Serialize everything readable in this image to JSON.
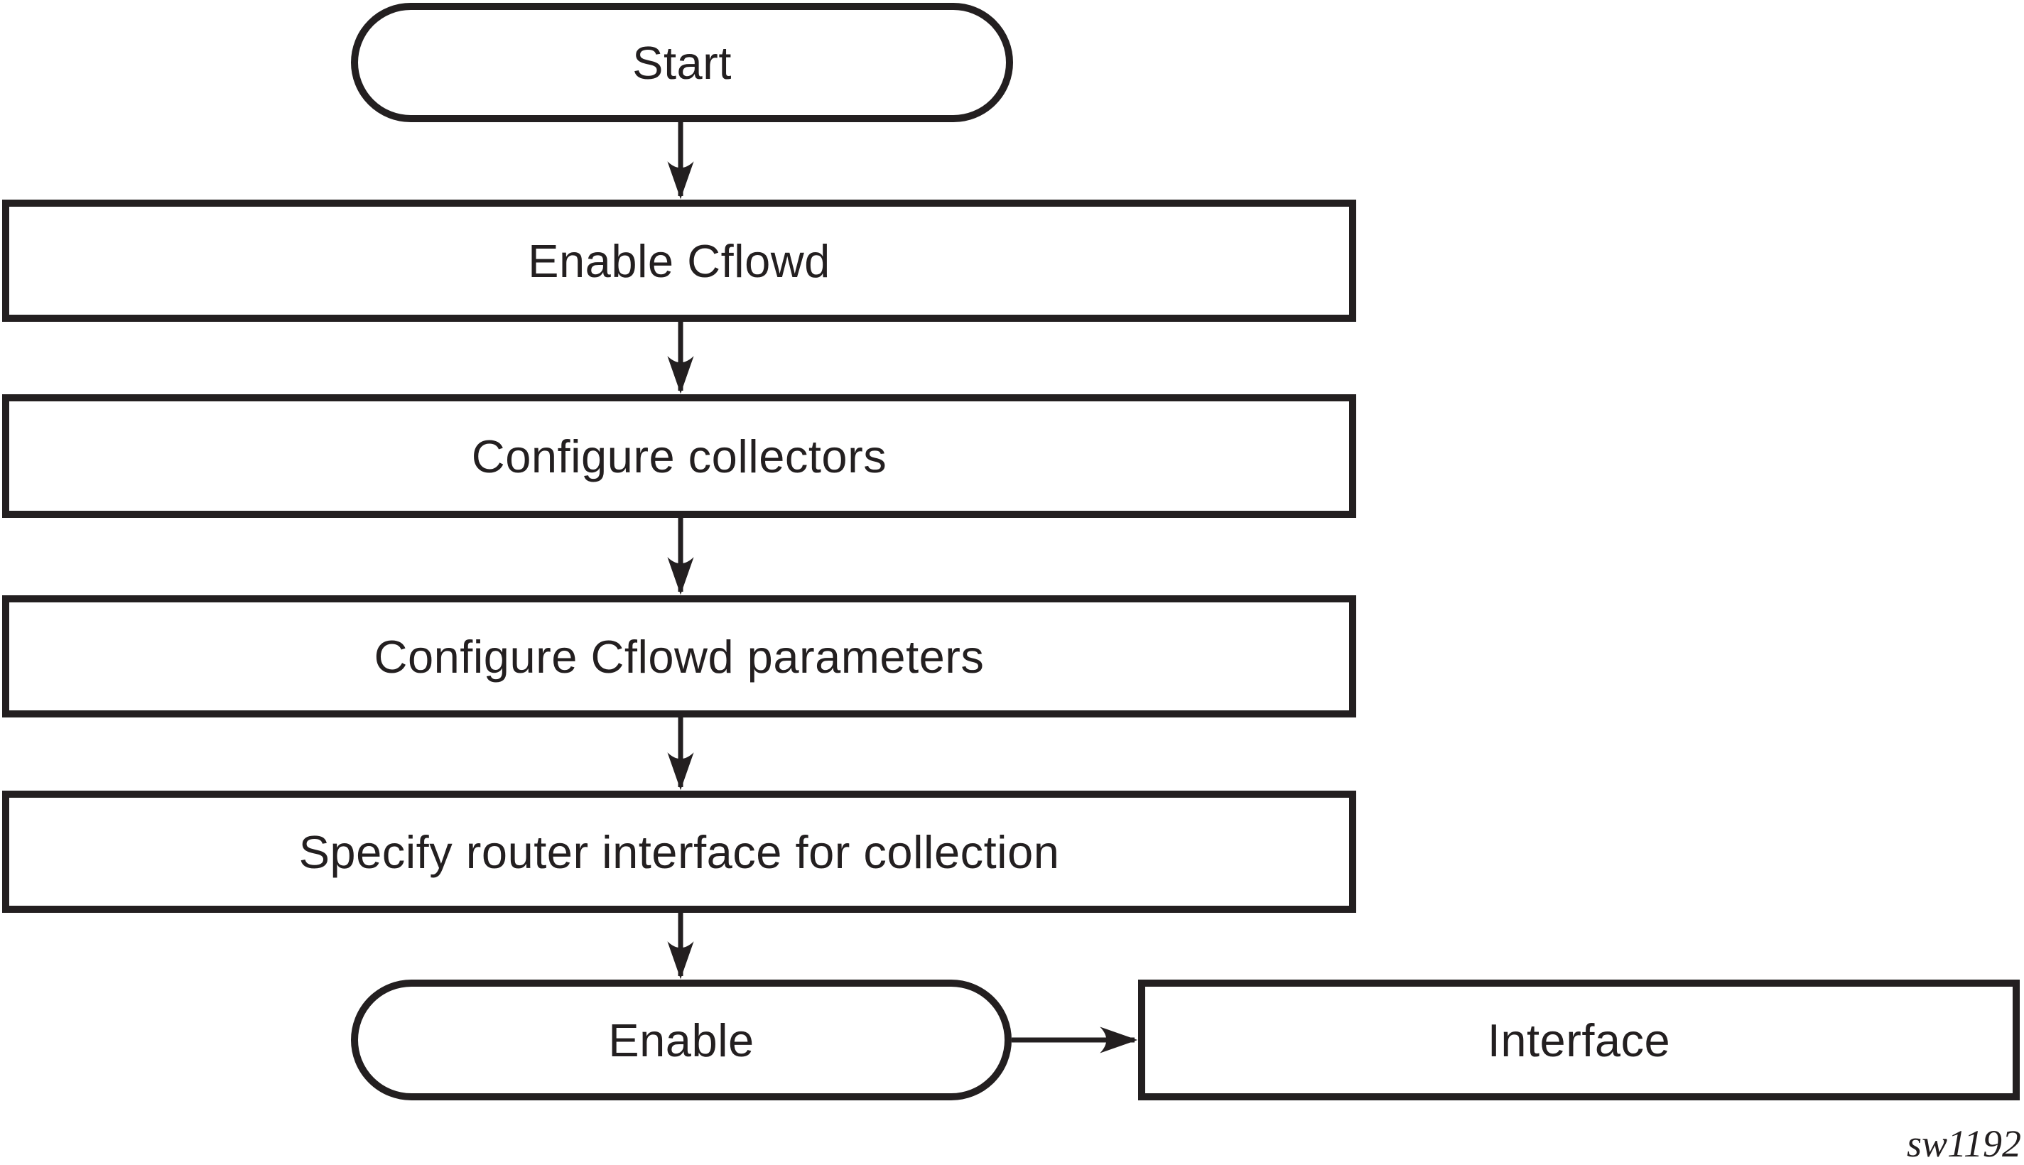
{
  "figure": {
    "type": "flowchart",
    "background": "#ffffff",
    "stroke_color": "#231f20",
    "watermark": "sw1192"
  },
  "nodes": {
    "start": {
      "shape": "terminator",
      "label": "Start"
    },
    "enable_cflowd": {
      "shape": "process",
      "label": "Enable Cflowd"
    },
    "configure_collectors": {
      "shape": "process",
      "label": "Configure collectors"
    },
    "configure_cflowd_parameters": {
      "shape": "process",
      "label": "Configure Cflowd parameters"
    },
    "specify_router_interface": {
      "shape": "process",
      "label": "Specify router interface for collection"
    },
    "enable": {
      "shape": "terminator",
      "label": "Enable"
    },
    "interface": {
      "shape": "process",
      "label": "Interface"
    }
  },
  "edges": [
    {
      "from": "start",
      "to": "enable_cflowd",
      "direction": "down"
    },
    {
      "from": "enable_cflowd",
      "to": "configure_collectors",
      "direction": "down"
    },
    {
      "from": "configure_collectors",
      "to": "configure_cflowd_parameters",
      "direction": "down"
    },
    {
      "from": "configure_cflowd_parameters",
      "to": "specify_router_interface",
      "direction": "down"
    },
    {
      "from": "specify_router_interface",
      "to": "enable",
      "direction": "down"
    },
    {
      "from": "enable",
      "to": "interface",
      "direction": "right"
    }
  ],
  "watermark": "sw1192"
}
